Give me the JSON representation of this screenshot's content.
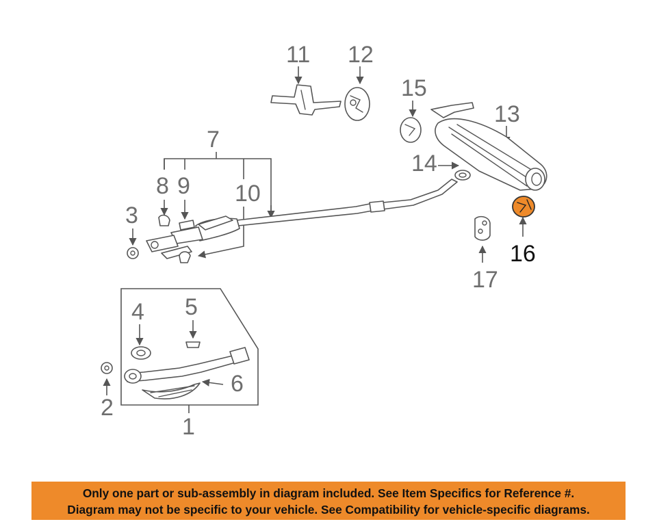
{
  "diagram": {
    "callouts": [
      "1",
      "2",
      "3",
      "4",
      "5",
      "6",
      "7",
      "8",
      "9",
      "10",
      "11",
      "12",
      "13",
      "14",
      "15",
      "16",
      "17"
    ],
    "highlighted_part": "16",
    "highlight_color": "#ee8a2a"
  },
  "banner": {
    "line1": "Only one part or sub-assembly in diagram included. See Item Specifics for Reference #.",
    "line2": "Diagram may not be specific to your vehicle. See Compatibility for vehicle-specific diagrams.",
    "background": "#ee8a2a"
  }
}
